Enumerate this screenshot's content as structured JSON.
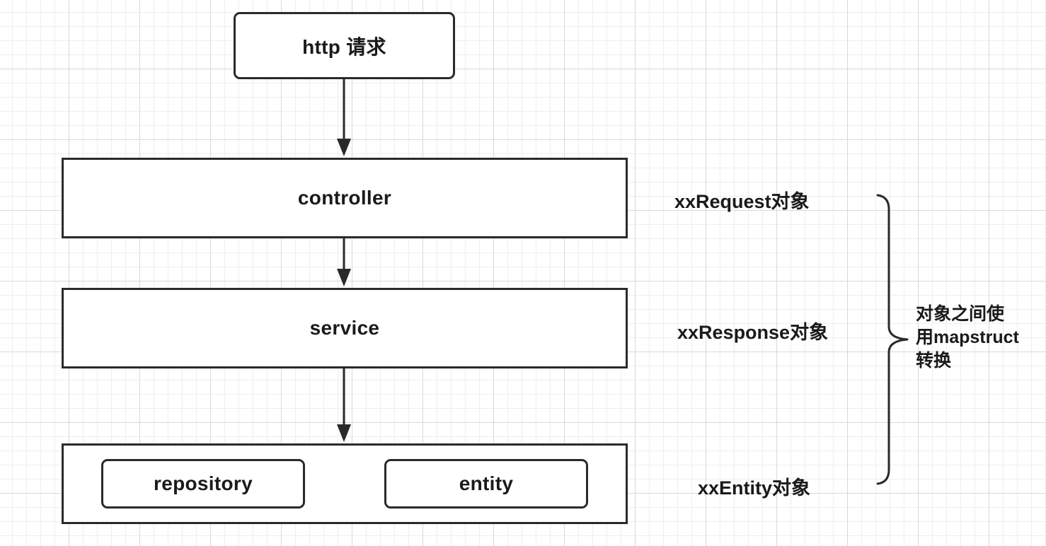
{
  "nodes": {
    "http_request": "http 请求",
    "controller": "controller",
    "service": "service",
    "repository": "repository",
    "entity": "entity"
  },
  "labels": {
    "request_object": "xxRequest对象",
    "response_object": "xxResponse对象",
    "entity_object": "xxEntity对象"
  },
  "brace_note": {
    "line1": "对象之间使",
    "line2": "用mapstruct",
    "line3": "转换"
  },
  "colors": {
    "stroke": "#2a2a2a",
    "grid": "#d9d9d9"
  }
}
